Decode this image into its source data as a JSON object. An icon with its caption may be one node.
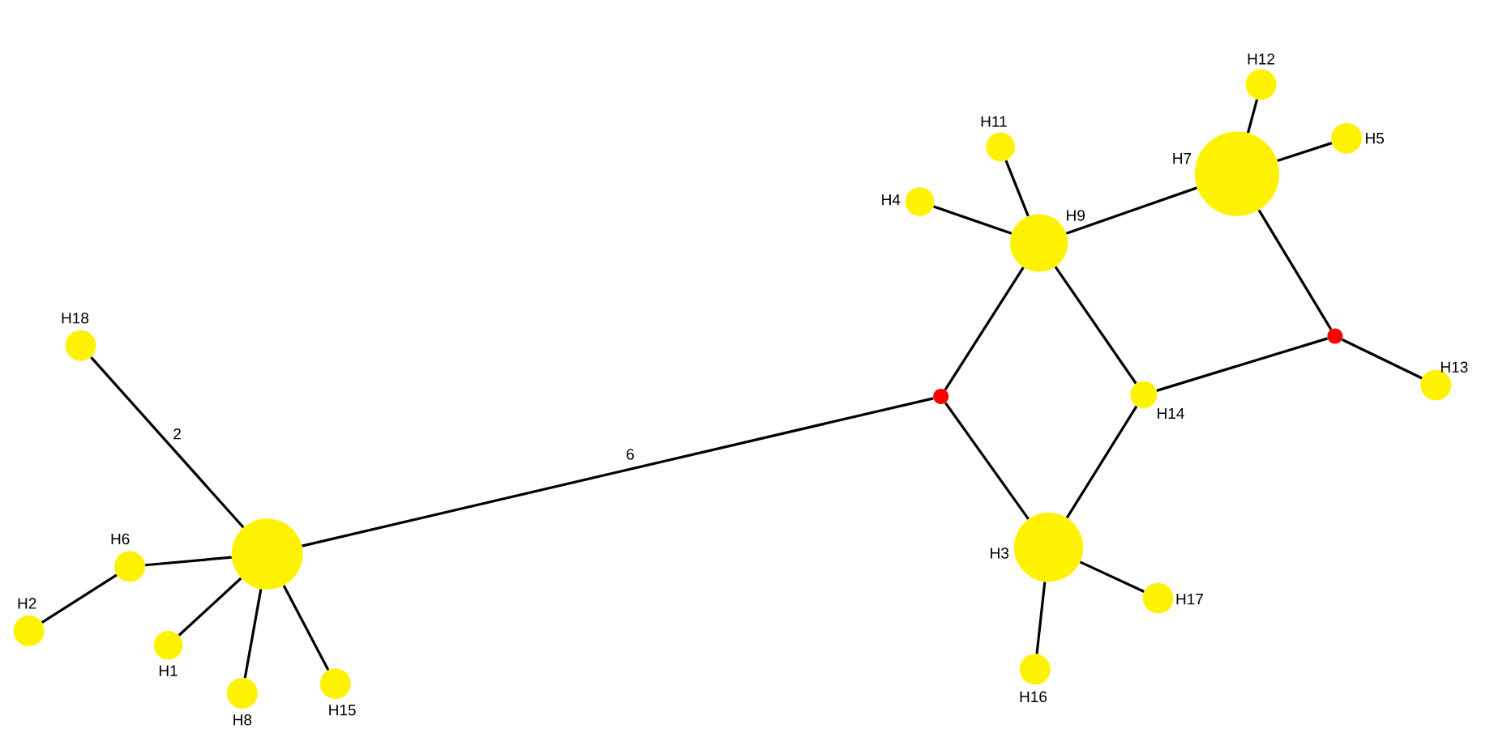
{
  "diagram": {
    "nodes": [
      {
        "text": [],
        "shape": "circle"
      },
      {
        "text": [],
        "shape": "circle",
        "beside": [
          "H18"
        ]
      },
      {
        "text": [],
        "shape": "circle",
        "beside": [
          "H6"
        ]
      },
      {
        "text": [],
        "shape": "circle",
        "beside": [
          "H2"
        ]
      },
      {
        "text": [],
        "shape": "circle",
        "beside": [
          "H1"
        ]
      },
      {
        "text": [],
        "shape": "circle",
        "beside": [
          "H8"
        ]
      },
      {
        "text": [],
        "shape": "circle",
        "beside": [
          "H15"
        ]
      },
      {
        "text": [],
        "shape": "circle"
      },
      {
        "text": [],
        "shape": "circle",
        "beside": [
          "H12"
        ]
      },
      {
        "text": [],
        "shape": "circle",
        "beside": [
          "H11"
        ]
      },
      {
        "text": [],
        "shape": "circle",
        "beside": [
          "H7"
        ]
      },
      {
        "text": [],
        "shape": "circle",
        "beside": [
          "H5"
        ]
      },
      {
        "text": [],
        "shape": "circle",
        "beside": [
          "H4"
        ]
      },
      {
        "text": [],
        "shape": "circle",
        "beside": [
          "H9"
        ]
      },
      {
        "text": [],
        "shape": "circle"
      },
      {
        "text": [],
        "shape": "circle",
        "beside": [
          "H13"
        ]
      },
      {
        "text": [],
        "shape": "circle",
        "beside": [
          "H14"
        ]
      },
      {
        "text": [],
        "shape": "circle",
        "beside": [
          "H3"
        ]
      },
      {
        "text": [],
        "shape": "circle",
        "beside": [
          "H17"
        ]
      },
      {
        "text": [],
        "shape": "circle",
        "beside": [
          "H16"
        ]
      }
    ],
    "edges": [
      {
        "from": 0,
        "to": 1,
        "arrow": "none",
        "label": "2"
      },
      {
        "from": 0,
        "to": 2,
        "arrow": "none"
      },
      {
        "from": 2,
        "to": 3,
        "arrow": "none"
      },
      {
        "from": 0,
        "to": 4,
        "arrow": "none"
      },
      {
        "from": 0,
        "to": 5,
        "arrow": "none"
      },
      {
        "from": 0,
        "to": 6,
        "arrow": "none"
      },
      {
        "from": 0,
        "to": 7,
        "arrow": "none",
        "label": "6"
      },
      {
        "from": 7,
        "to": 13,
        "arrow": "none"
      },
      {
        "from": 7,
        "to": 17,
        "arrow": "none"
      },
      {
        "from": 13,
        "to": 12,
        "arrow": "none"
      },
      {
        "from": 13,
        "to": 9,
        "arrow": "none"
      },
      {
        "from": 13,
        "to": 10,
        "arrow": "none"
      },
      {
        "from": 13,
        "to": 16,
        "arrow": "none"
      },
      {
        "from": 10,
        "to": 8,
        "arrow": "none"
      },
      {
        "from": 10,
        "to": 11,
        "arrow": "none"
      },
      {
        "from": 10,
        "to": 14,
        "arrow": "none"
      },
      {
        "from": 14,
        "to": 16,
        "arrow": "none"
      },
      {
        "from": 14,
        "to": 15,
        "arrow": "none"
      },
      {
        "from": 16,
        "to": 17,
        "arrow": "none"
      },
      {
        "from": 17,
        "to": 18,
        "arrow": "none"
      },
      {
        "from": 17,
        "to": 19,
        "arrow": "none"
      }
    ]
  }
}
